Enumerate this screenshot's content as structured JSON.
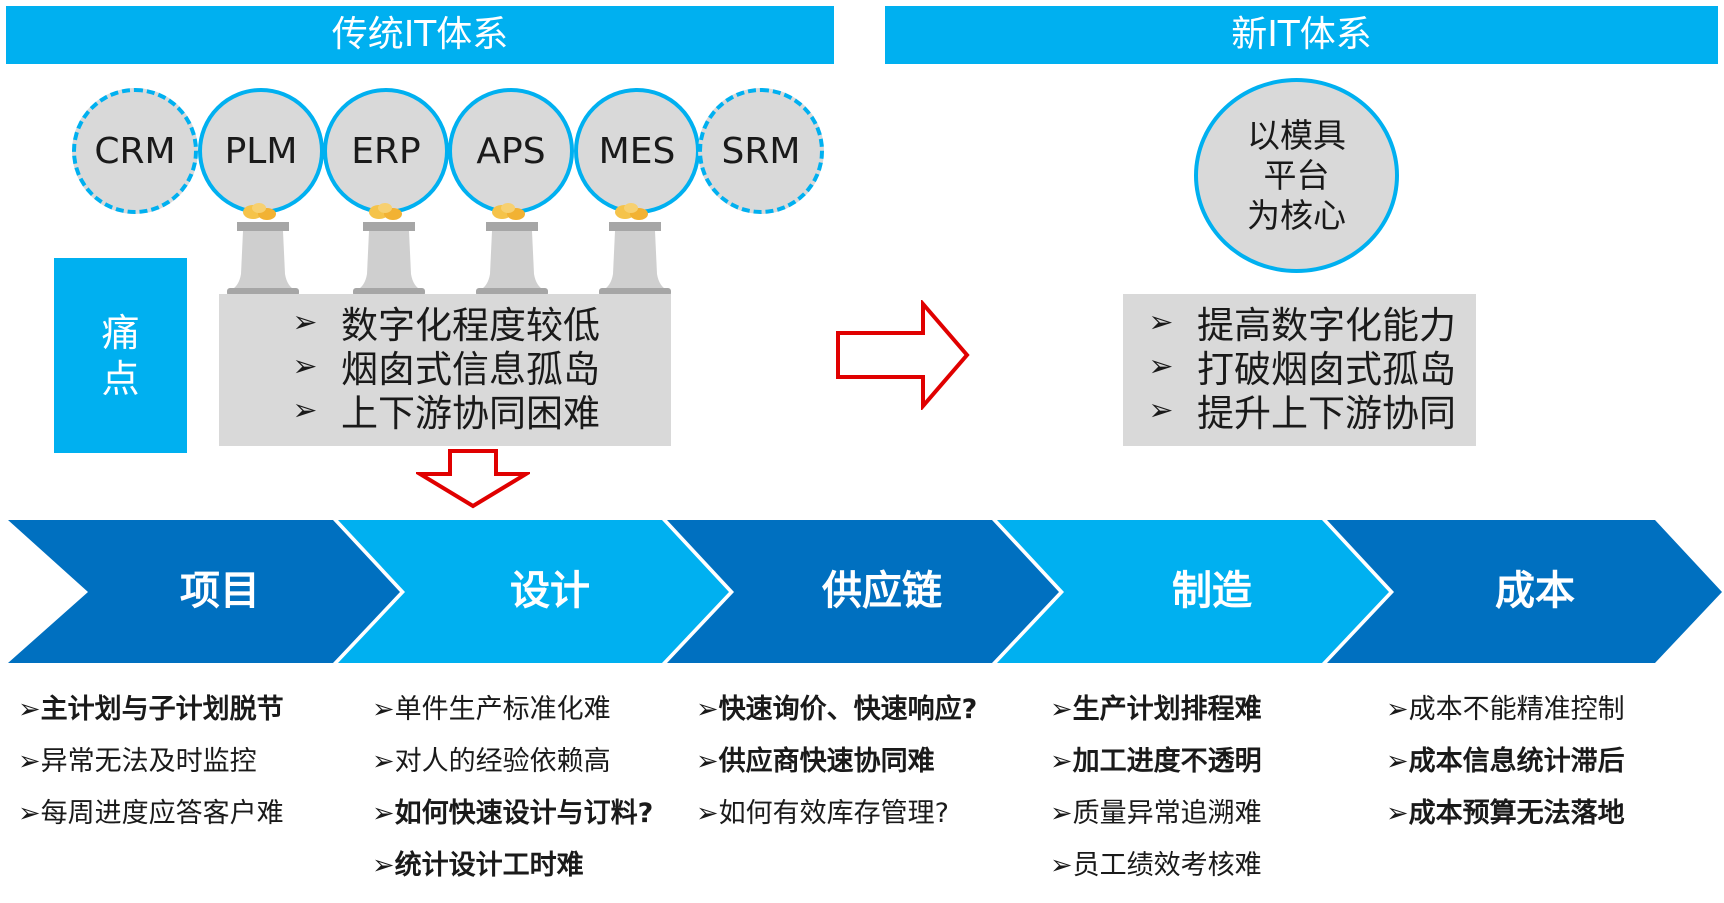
{
  "left_header": "传统IT体系",
  "right_header": "新IT体系",
  "systems": [
    {
      "label": "CRM",
      "border": "dashed"
    },
    {
      "label": "PLM",
      "border": "solid"
    },
    {
      "label": "ERP",
      "border": "solid"
    },
    {
      "label": "APS",
      "border": "solid"
    },
    {
      "label": "MES",
      "border": "solid"
    },
    {
      "label": "SRM",
      "border": "dashed"
    }
  ],
  "pain_label": "痛点",
  "pain_char_1": "痛",
  "pain_char_2": "点",
  "pain_points": [
    "数字化程度较低",
    "烟囱式信息孤岛",
    "上下游协同困难"
  ],
  "platform_circle": {
    "line1": "以模具",
    "line2": "平台",
    "line3": "为核心"
  },
  "goals": [
    "提高数字化能力",
    "打破烟囱式孤岛",
    "提升上下游协同"
  ],
  "stages": [
    "项目",
    "设计",
    "供应链",
    "制造",
    "成本"
  ],
  "bullet_glyph": "➢",
  "columns": [
    {
      "items": [
        {
          "text": "主计划与子计划脱节",
          "bold": true
        },
        {
          "text": "异常无法及时监控",
          "bold": false
        },
        {
          "text": "每周进度应答客户难",
          "bold": false
        }
      ]
    },
    {
      "items": [
        {
          "text": "单件生产标准化难",
          "bold": false
        },
        {
          "text": "对人的经验依赖高",
          "bold": false
        },
        {
          "text": "如何快速设计与订料?",
          "bold": true
        },
        {
          "text": "统计设计工时难",
          "bold": true
        }
      ]
    },
    {
      "items": [
        {
          "text": "快速询价、快速响应?",
          "bold": true
        },
        {
          "text": "供应商快速协同难",
          "bold": true
        },
        {
          "text": "如何有效库存管理?",
          "bold": false
        }
      ]
    },
    {
      "items": [
        {
          "text": "生产计划排程难",
          "bold": true
        },
        {
          "text": "加工进度不透明",
          "bold": true
        },
        {
          "text": "质量异常追溯难",
          "bold": false
        },
        {
          "text": "员工绩效考核难",
          "bold": false
        }
      ]
    },
    {
      "items": [
        {
          "text": "成本不能精准控制",
          "bold": false
        },
        {
          "text": "成本信息统计滞后",
          "bold": true
        },
        {
          "text": "成本预算无法落地",
          "bold": true
        }
      ]
    }
  ],
  "colors": {
    "accent": "#00b0f0",
    "chevron_dark": "#0070c0",
    "chevron_light": "#00b0f0",
    "gray_fill": "#d9d9d9",
    "arrow_red": "#e00000"
  }
}
